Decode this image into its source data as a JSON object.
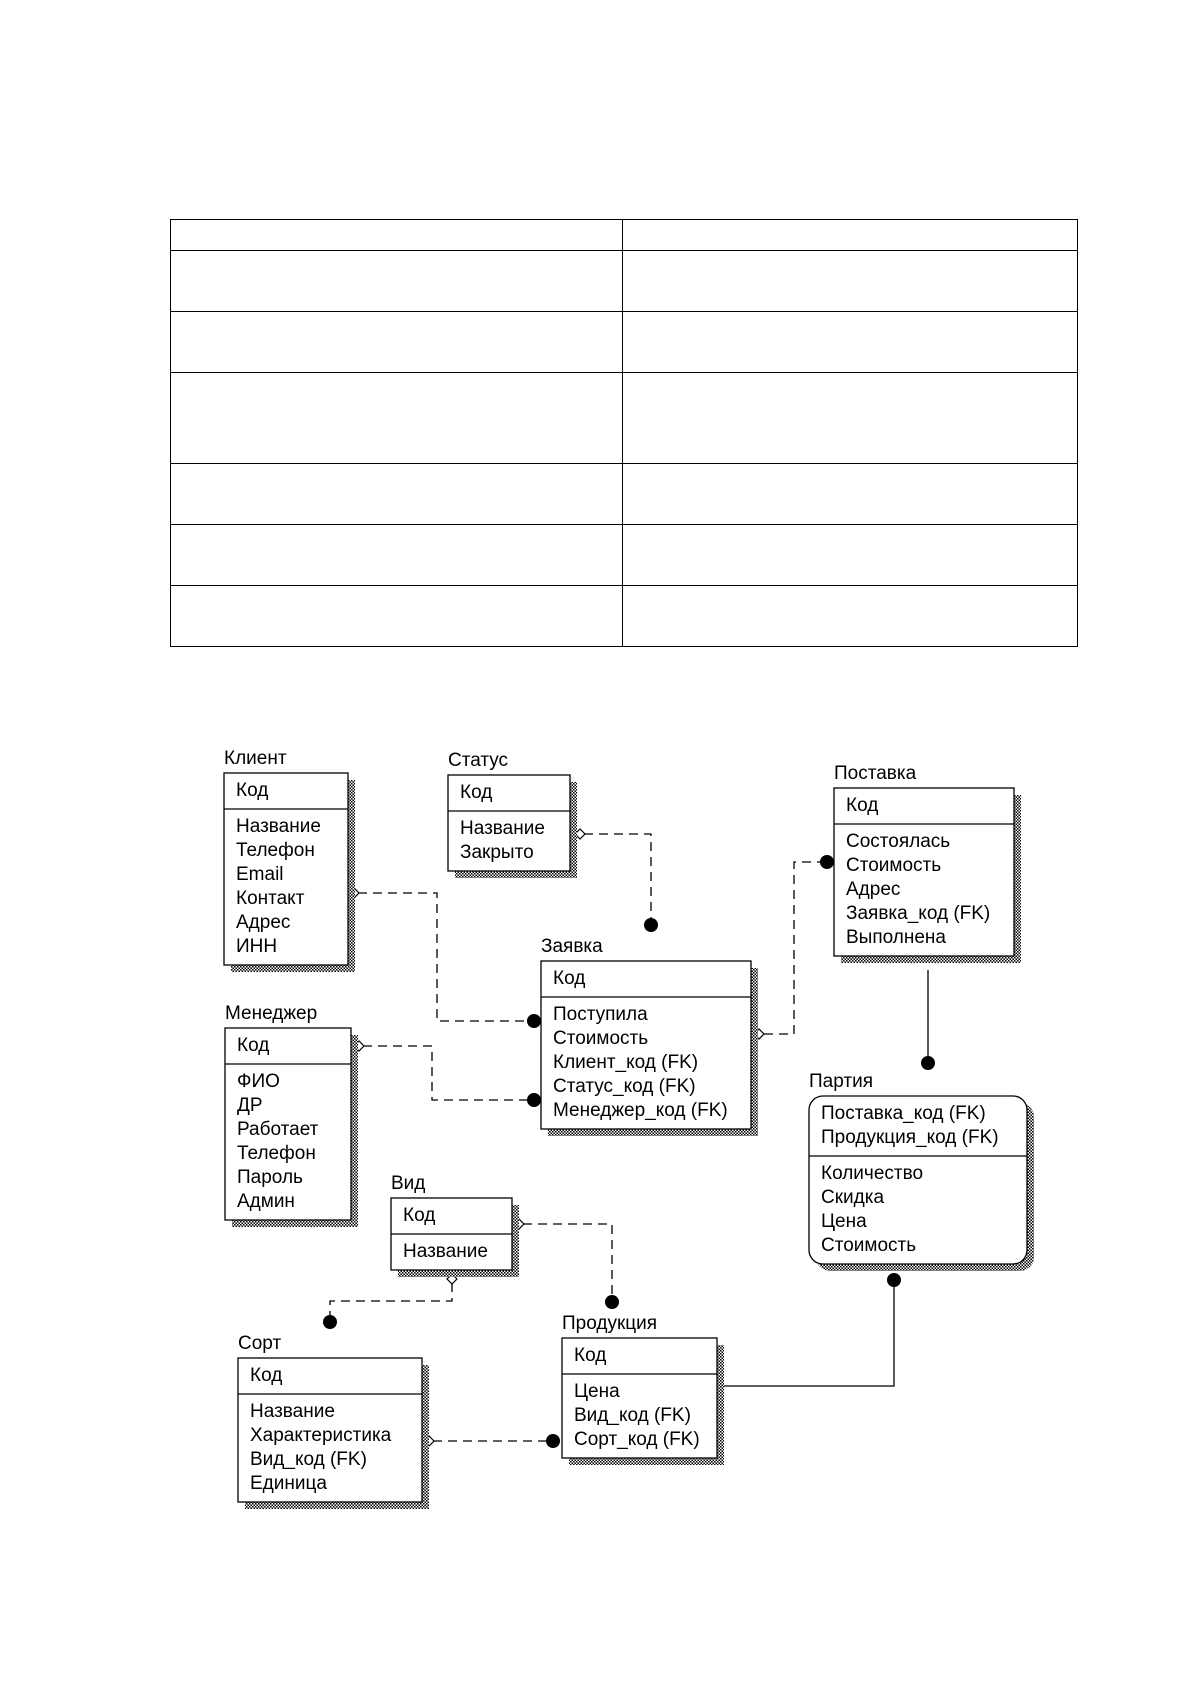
{
  "table": {
    "rows": 7,
    "cols": 2
  },
  "diagram": {
    "entities": [
      {
        "id": "client",
        "name": "Клиент",
        "pk": [
          "Код"
        ],
        "attrs": [
          "Название",
          "Телефон",
          "Email",
          "Контакт",
          "Адрес",
          "ИНН"
        ]
      },
      {
        "id": "status",
        "name": "Статус",
        "pk": [
          "Код"
        ],
        "attrs": [
          "Название",
          "Закрыто"
        ]
      },
      {
        "id": "delivery",
        "name": "Поставка",
        "pk": [
          "Код"
        ],
        "attrs": [
          "Состоялась",
          "Стоимость",
          "Адрес",
          "Заявка_код (FK)",
          "Выполнена"
        ]
      },
      {
        "id": "order",
        "name": "Заявка",
        "pk": [
          "Код"
        ],
        "attrs": [
          "Поступила",
          "Стоимость",
          "Клиент_код (FK)",
          "Статус_код (FK)",
          "Менеджер_код (FK)"
        ]
      },
      {
        "id": "manager",
        "name": "Менеджер",
        "pk": [
          "Код"
        ],
        "attrs": [
          "ФИО",
          "ДР",
          "Работает",
          "Телефон",
          "Пароль",
          "Админ"
        ]
      },
      {
        "id": "batch",
        "name": "Партия",
        "pk": [
          "Поставка_код (FK)",
          "Продукция_код (FK)"
        ],
        "attrs": [
          "Количество",
          "Скидка",
          "Цена",
          "Стоимость"
        ]
      },
      {
        "id": "kind",
        "name": "Вид",
        "pk": [
          "Код"
        ],
        "attrs": [
          "Название"
        ]
      },
      {
        "id": "sort",
        "name": "Сорт",
        "pk": [
          "Код"
        ],
        "attrs": [
          "Название",
          "Характеристика",
          "Вид_код (FK)",
          "Единица"
        ]
      },
      {
        "id": "product",
        "name": "Продукция",
        "pk": [
          "Код"
        ],
        "attrs": [
          "Цена",
          "Вид_код (FK)",
          "Сорт_код (FK)"
        ]
      }
    ],
    "relationships": [
      {
        "from": "client",
        "to": "order",
        "style": "dashed"
      },
      {
        "from": "status",
        "to": "order",
        "style": "dashed"
      },
      {
        "from": "order",
        "to": "delivery",
        "style": "dashed"
      },
      {
        "from": "manager",
        "to": "order",
        "style": "dashed"
      },
      {
        "from": "delivery",
        "to": "batch",
        "style": "solid"
      },
      {
        "from": "kind",
        "to": "product",
        "style": "dashed"
      },
      {
        "from": "kind",
        "to": "sort",
        "style": "dashed"
      },
      {
        "from": "sort",
        "to": "product",
        "style": "dashed"
      },
      {
        "from": "product",
        "to": "batch",
        "style": "solid"
      }
    ]
  }
}
